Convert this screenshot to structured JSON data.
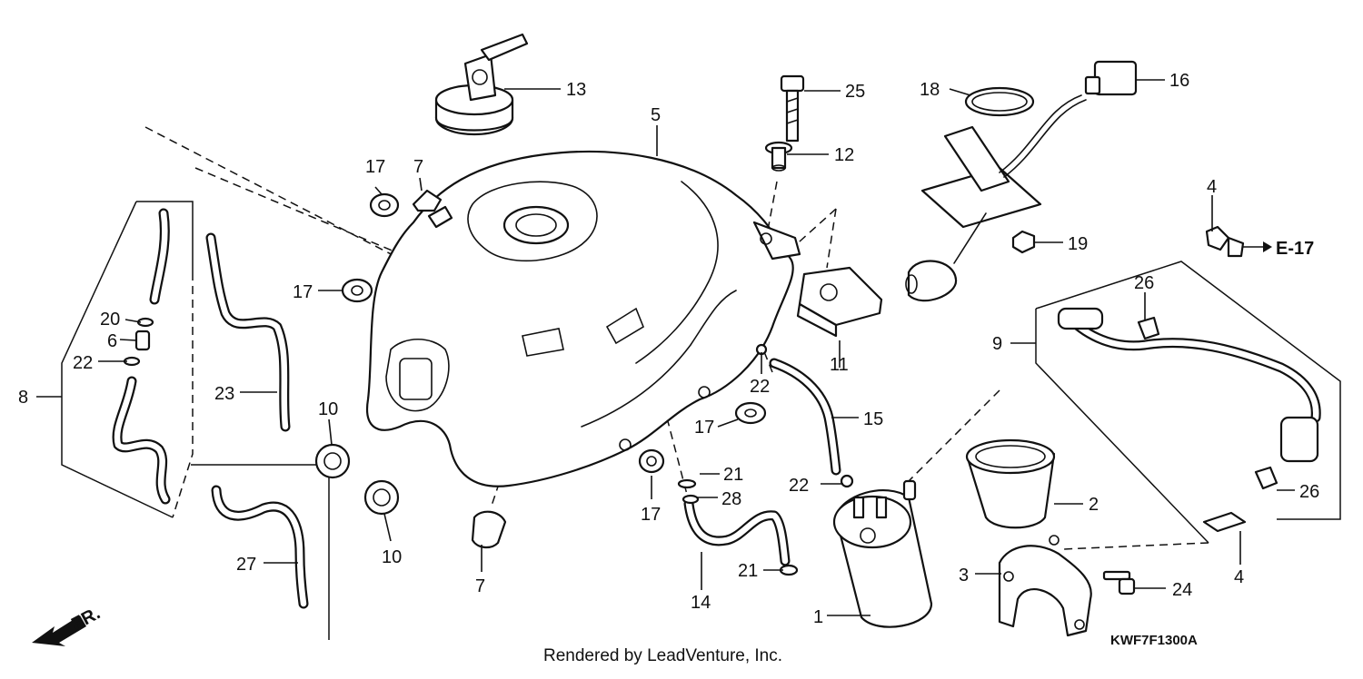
{
  "diagram_code": "KWF7F1300A",
  "rendered_by": "Rendered by LeadVenture, Inc.",
  "direction_label": "FR.",
  "cross_reference": "E-17",
  "callouts": {
    "c1": "1",
    "c2": "2",
    "c3": "3",
    "c4a": "4",
    "c4b": "4",
    "c5": "5",
    "c6": "6",
    "c7a": "7",
    "c7b": "7",
    "c8": "8",
    "c9": "9",
    "c10a": "10",
    "c10b": "10",
    "c11": "11",
    "c12": "12",
    "c13": "13",
    "c14": "14",
    "c15": "15",
    "c16": "16",
    "c17a": "17",
    "c17b": "17",
    "c17c": "17",
    "c17d": "17",
    "c18": "18",
    "c19": "19",
    "c20": "20",
    "c21a": "21",
    "c21b": "21",
    "c22a": "22",
    "c22b": "22",
    "c22c": "22",
    "c23": "23",
    "c24": "24",
    "c25": "25",
    "c26a": "26",
    "c26b": "26",
    "c27": "27",
    "c28": "28"
  }
}
